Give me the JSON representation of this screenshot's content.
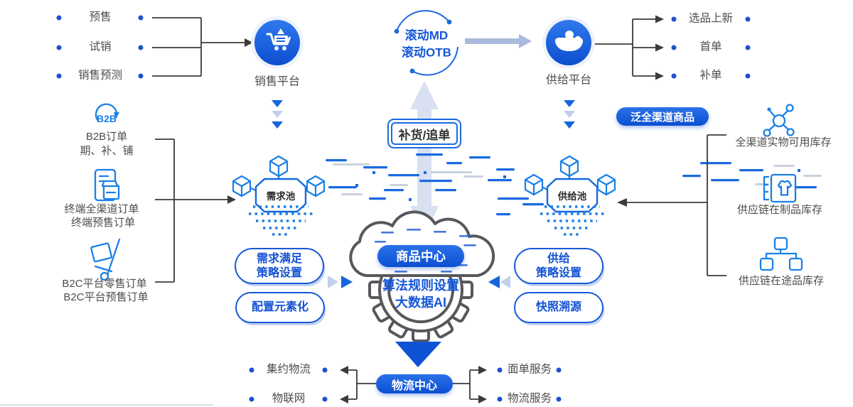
{
  "top_left": {
    "items": [
      "预售",
      "试销",
      "销售预测"
    ],
    "platform": "销售平台"
  },
  "top_center": {
    "line1": "滚动MD",
    "line2": "滚动OTB"
  },
  "top_right": {
    "platform": "供给平台",
    "items": [
      "选品上新",
      "首单",
      "补单"
    ]
  },
  "badges": {
    "omni_channel": "泛全渠道商品",
    "replenish": "补货/追单",
    "product_center": "商品中心",
    "logistics_center": "物流中心"
  },
  "left_column": {
    "b2b_icon_text": "B2B",
    "groups": [
      {
        "line1": "B2B订单",
        "line2": "期、补、铺"
      },
      {
        "line1": "终端全渠道订单",
        "line2": "终端预售订单"
      },
      {
        "line1": "B2C平台零售订单",
        "line2": "B2C平台预售订单"
      }
    ]
  },
  "pools": {
    "demand": "需求池",
    "supply": "供给池"
  },
  "engine": {
    "line1": "算法规则设置",
    "line2": "大数据AI"
  },
  "pills": {
    "demand_strategy": {
      "line1": "需求满足",
      "line2": "策略设置"
    },
    "config": "配置元素化",
    "supply_strategy": {
      "line1": "供给",
      "line2": "策略设置"
    },
    "snapshot": "快照溯源"
  },
  "right_column": {
    "items": [
      "全渠道实物可用库存",
      "供应链在制品库存",
      "供应链在途品库存"
    ]
  },
  "bottom": {
    "left_items": [
      "集约物流",
      "物联网"
    ],
    "right_items": [
      "面单服务",
      "物流服务"
    ]
  },
  "colors": {
    "primary_blue": "#1156D6",
    "icon_blue": "#1B80E6",
    "text_dark": "#4A4A4A",
    "light_arrow": "#A9BADC",
    "outline_grey": "#56585C"
  }
}
